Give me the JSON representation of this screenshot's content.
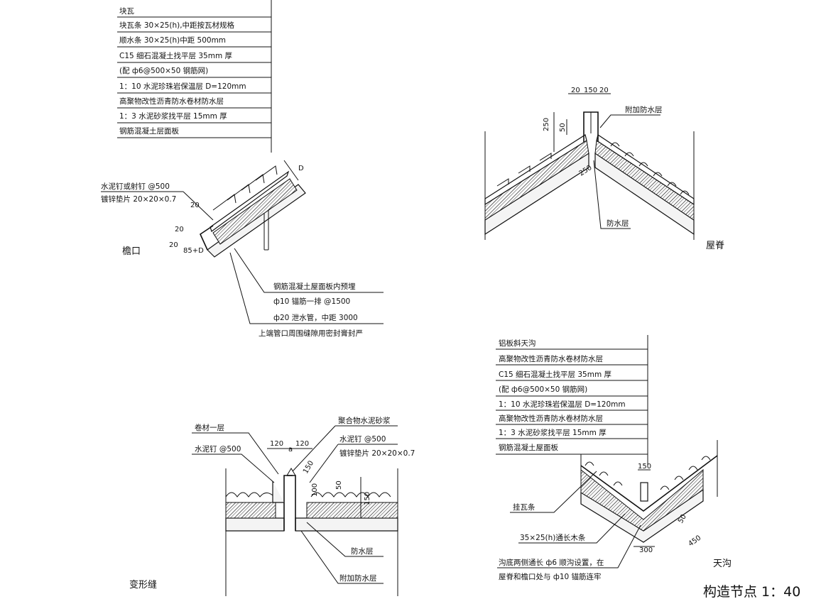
{
  "title": "构造节点 1：40",
  "eave": {
    "label": "檐口",
    "layers": [
      "块瓦",
      "块瓦条 30×25(h),中距按瓦材规格",
      "顺水条 30×25(h)中距 500mm",
      "C15 细石混凝土找平层 35mm 厚",
      "(配 ф6@500×50 钢筋网)",
      "1：10 水泥珍珠岩保温层 D=120mm",
      "高聚物改性沥青防水卷材防水层",
      "1：3 水泥砂浆找平层 15mm 厚",
      "钢筋混凝土层面板"
    ],
    "nail_note_1": "水泥钉或射钉 @500",
    "nail_note_2": "镀锌垫片 20×20×0.7",
    "anchor_note_1": "钢筋混凝土屋面板内预埋",
    "anchor_note_2": "ф10 锚筋一排 @1500",
    "drain_note_1": "ф20 泄水管，中距 3000",
    "drain_note_2": "上端管口周围缝隙用密封膏封严",
    "dims": [
      "20",
      "20",
      "20",
      "85+D",
      "D"
    ]
  },
  "ridge": {
    "label": "屋脊",
    "extra_waterproof": "附加防水层",
    "waterproof": "防水层",
    "dims": [
      "20",
      "150",
      "20",
      "250",
      "50",
      "250"
    ]
  },
  "joint": {
    "label": "变形缝",
    "roll_layer": "卷材一层",
    "cement_nail": "水泥钉 @500",
    "polymer_mortar": "聚合物水泥砂浆",
    "cement_nail_2": "水泥钉 @500",
    "washer": "镀锌垫片 20×20×0.7",
    "waterproof": "防水层",
    "extra_waterproof": "附加防水层",
    "dims": [
      "120",
      "a",
      "120",
      "150",
      "100",
      "50",
      "150"
    ]
  },
  "valley": {
    "label": "天沟",
    "layers": [
      "铝板斜天沟",
      "高聚物改性沥青防水卷材防水层",
      "C15 细石混凝土找平层 35mm 厚",
      "(配 ф6@500×50 钢筋网)",
      "1：10 水泥珍珠岩保温层 D=120mm",
      "高聚物改性沥青防水卷材防水层",
      "1：3 水泥砂浆找平层 15mm 厚",
      "钢筋混凝土屋面板"
    ],
    "batten": "挂瓦条",
    "wood_strip": "35×25(h)通长木条",
    "note_1": "沟底两侧通长 ф6 顺沟设置，在",
    "note_2": "屋脊和檐口处与 ф10 锚筋连牢",
    "dims": [
      "150",
      "50",
      "300",
      "450"
    ]
  }
}
